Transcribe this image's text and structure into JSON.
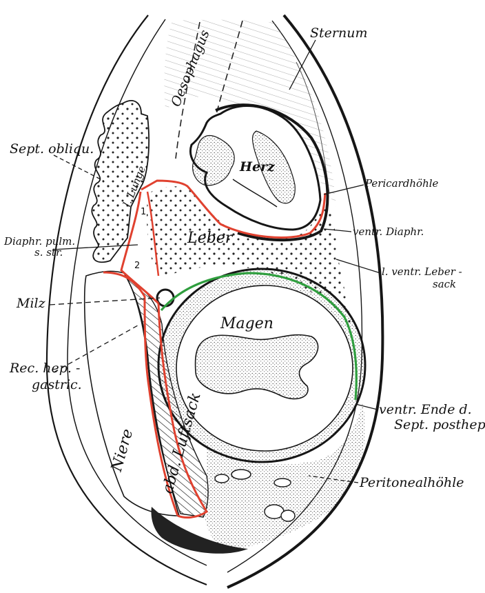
{
  "colors": {
    "paper": "#ffffff",
    "ink": "#161616",
    "red_line": "#e0412f",
    "green_line": "#2f9e3e",
    "stipple": "#2a2a2a"
  },
  "labels": {
    "sternum": "Sternum",
    "oesophagus": "Oesophagus",
    "sept_obliqu": "Sept. obliqu.",
    "lunge": "l. Lunge",
    "herz": "Herz",
    "pericardhoehle": "Pericardhöhle",
    "ventr_diaphr": "ventr. Diaphr.",
    "leber": "Leber",
    "diaphr_pulm_1": "Diaphr. pulm.",
    "diaphr_pulm_2": "s. str.",
    "l_ventr_leber_1": "l. ventr. Leber -",
    "l_ventr_leber_2": "sack",
    "milz": "Milz",
    "magen": "Magen",
    "rec_hep_1": "Rec. hep. -",
    "rec_hep_2": "gastric.",
    "niere": "Niere",
    "abd_luftsack": "abd. Luftsack",
    "ventr_ende_1": "ventr. Ende d.",
    "ventr_ende_2": "Sept. posthep.",
    "peritonealhoehle": "Peritonealhöhle",
    "num1": "1",
    "num2": "2"
  }
}
